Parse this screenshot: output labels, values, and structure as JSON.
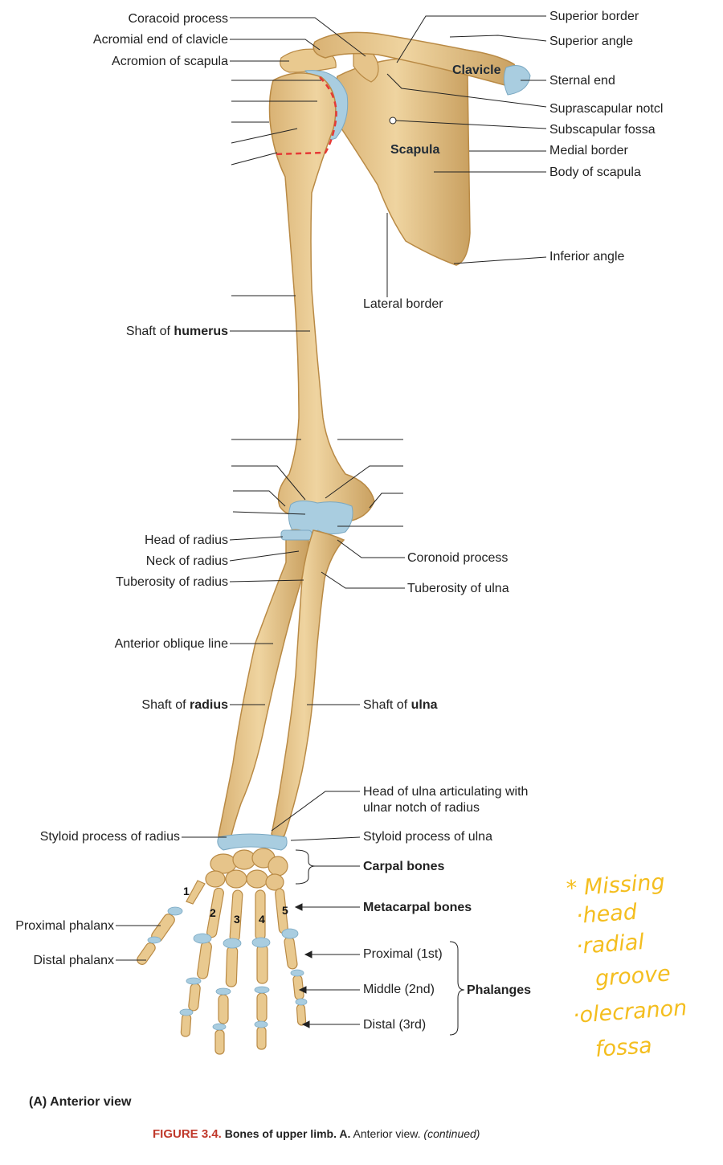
{
  "labels_left": {
    "coracoid_process": "Coracoid process",
    "acromial_end": "Acromial end of clavicle",
    "acromion": "Acromion of scapula",
    "shaft_humerus_pre": "Shaft of ",
    "shaft_humerus_bold": "humerus",
    "head_radius": "Head of radius",
    "neck_radius": "Neck of radius",
    "tuberosity_radius": "Tuberosity of radius",
    "anterior_oblique": "Anterior oblique line",
    "shaft_radius_pre": "Shaft of ",
    "shaft_radius_bold": "radius",
    "styloid_radius": "Styloid process of radius",
    "proximal_phalanx": "Proximal phalanx",
    "distal_phalanx": "Distal phalanx"
  },
  "labels_right": {
    "superior_border": "Superior border",
    "superior_angle": "Superior angle",
    "sternal_end": "Sternal end",
    "suprascapular_notch": "Suprascapular notcl",
    "subscapular_fossa": "Subscapular fossa",
    "medial_border": "Medial border",
    "body_scapula": "Body of scapula",
    "inferior_angle": "Inferior angle",
    "lateral_border": "Lateral border",
    "coronoid_process": "Coronoid process",
    "tuberosity_ulna": "Tuberosity of ulna",
    "shaft_ulna_pre": "Shaft of ",
    "shaft_ulna_bold": "ulna",
    "head_ulna_1": "Head of ulna articulating with",
    "head_ulna_2": "ulnar notch of radius",
    "styloid_ulna": "Styloid process of ulna",
    "carpal_bones": "Carpal bones",
    "metacarpal_bones": "Metacarpal bones",
    "proximal_1st": "Proximal (1st)",
    "middle_2nd": "Middle (2nd)",
    "distal_3rd": "Distal (3rd)",
    "phalanges": "Phalanges"
  },
  "bone_labels": {
    "clavicle": "Clavicle",
    "scapula": "Scapula"
  },
  "digit_numbers": [
    "1",
    "2",
    "3",
    "4",
    "5"
  ],
  "handwritten_note": {
    "line1": "* Missing",
    "line2": "·head",
    "line3": "·radial",
    "line4": "groove",
    "line5": "·olecranon",
    "line6": "fossa"
  },
  "view_label": "(A) Anterior view",
  "caption": {
    "figure": "FIGURE 3.4.",
    "bold": "Bones of upper limb. A.",
    "plain": "Anterior view.",
    "italic": "(continued)"
  },
  "colors": {
    "bone": "#e9c98f",
    "bone_stroke": "#b98a45",
    "cartilage": "#a9cde0",
    "leader": "#222222",
    "dashed_line": "#e53935",
    "note": "#f4be1f",
    "caption_red": "#c0392b"
  }
}
